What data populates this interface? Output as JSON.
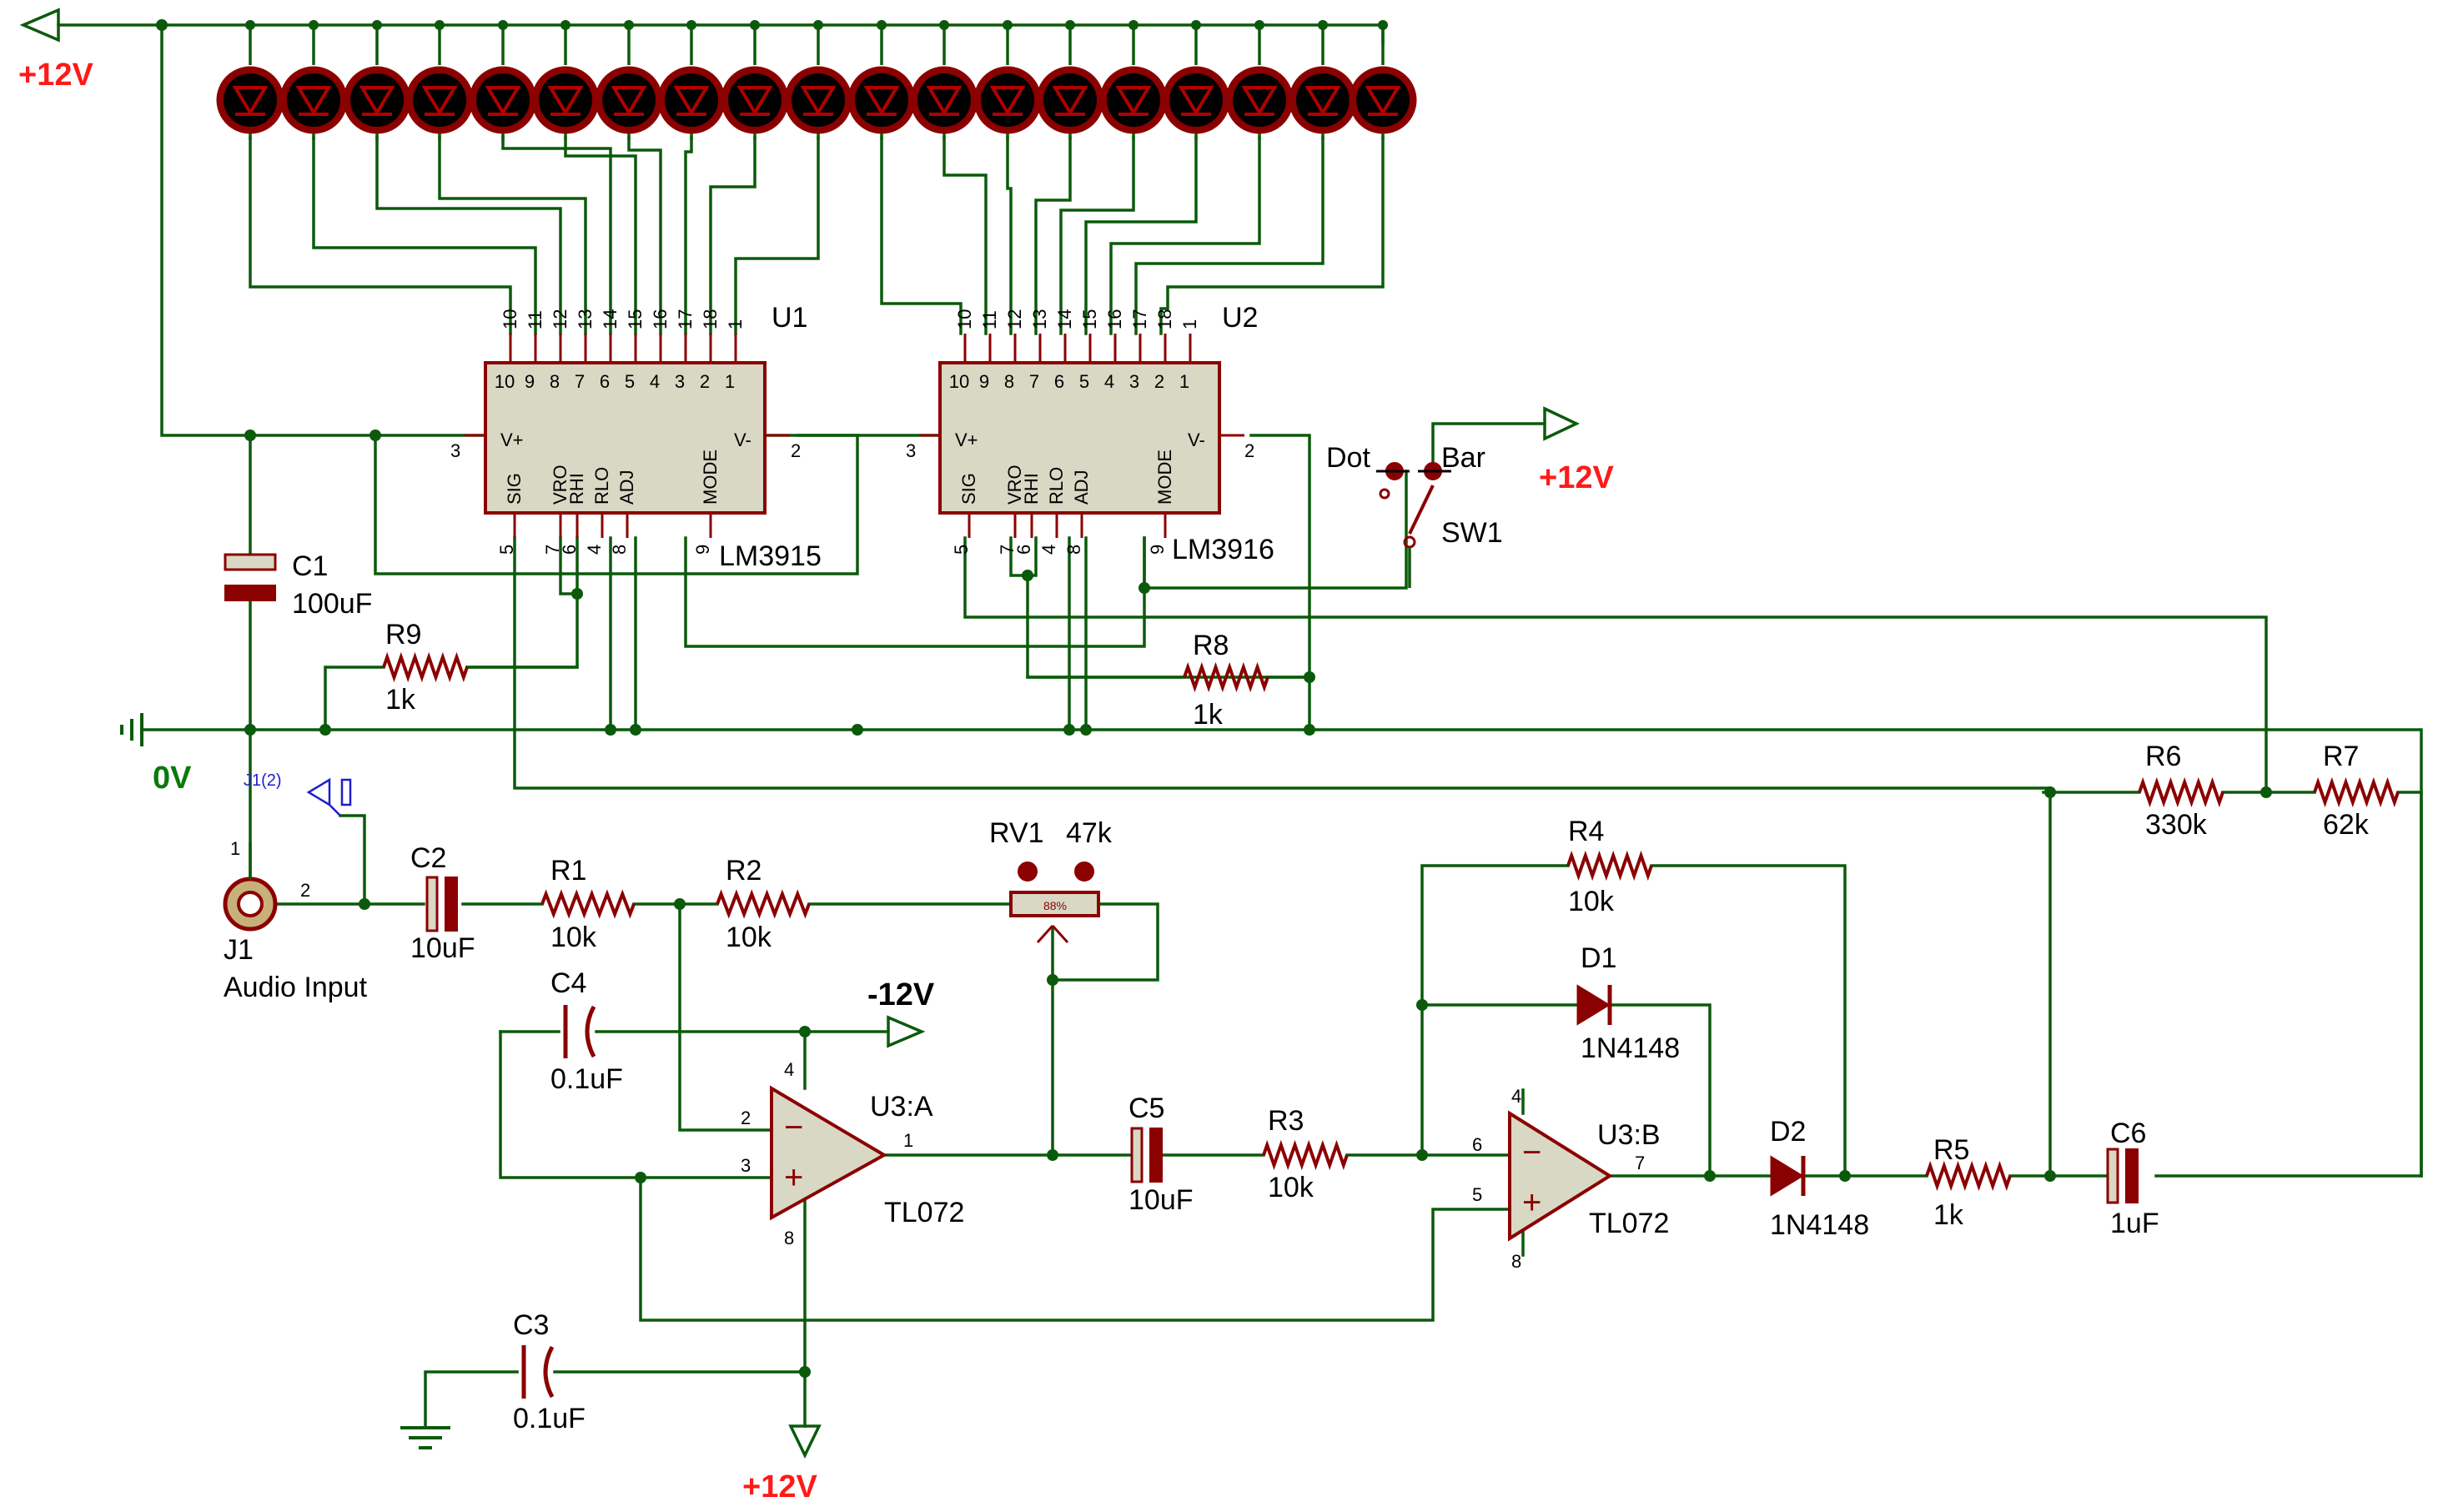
{
  "colors": {
    "wire": "#0b5a0b",
    "component": "#8b0000",
    "chip_fill": "#d8d8c4",
    "rail_red": "#ff1a1a",
    "rail_green": "#0a7a0a",
    "probe_blue": "#1e1ecc"
  },
  "rails": {
    "pos_top": "+12V",
    "ground": "0V",
    "pos_switch": "+12V",
    "neg": "-12V",
    "pos_bottom": "+12V"
  },
  "chips": {
    "u1": {
      "ref": "U1",
      "part": "LM3915",
      "top_pins": [
        "10",
        "11",
        "12",
        "13",
        "14",
        "15",
        "16",
        "17",
        "18",
        "1"
      ],
      "inner_top": [
        "10",
        "9",
        "8",
        "7",
        "6",
        "5",
        "4",
        "3",
        "2",
        "1"
      ],
      "left_pin": "3",
      "left_name": "V+",
      "right_pin": "2",
      "right_name": "V-",
      "bottom_names": [
        "SIG",
        "VRO",
        "RHI",
        "RLO",
        "ADJ",
        "MODE"
      ],
      "bottom_pins": [
        "5",
        "7",
        "6",
        "4",
        "8",
        "9"
      ]
    },
    "u2": {
      "ref": "U2",
      "part": "LM3916",
      "top_pins": [
        "10",
        "11",
        "12",
        "13",
        "14",
        "15",
        "16",
        "17",
        "18",
        "1"
      ],
      "inner_top": [
        "10",
        "9",
        "8",
        "7",
        "6",
        "5",
        "4",
        "3",
        "2",
        "1"
      ],
      "left_pin": "3",
      "left_name": "V+",
      "right_pin": "2",
      "right_name": "V-",
      "bottom_names": [
        "SIG",
        "VRO",
        "RHI",
        "RLO",
        "ADJ",
        "MODE"
      ],
      "bottom_pins": [
        "5",
        "7",
        "6",
        "4",
        "8",
        "9"
      ]
    },
    "u3a": {
      "ref": "U3:A",
      "part": "TL072",
      "minus_pin": "2",
      "plus_pin": "3",
      "out_pin": "1",
      "vplus_pin": "4",
      "vminus_pin": "8"
    },
    "u3b": {
      "ref": "U3:B",
      "part": "TL072",
      "minus_pin": "6",
      "plus_pin": "5",
      "out_pin": "7",
      "vplus_pin": "4",
      "vminus_pin": "8"
    }
  },
  "components": {
    "c1": {
      "ref": "C1",
      "value": "100uF"
    },
    "c2": {
      "ref": "C2",
      "value": "10uF"
    },
    "c3": {
      "ref": "C3",
      "value": "0.1uF"
    },
    "c4": {
      "ref": "C4",
      "value": "0.1uF"
    },
    "c5": {
      "ref": "C5",
      "value": "10uF"
    },
    "c6": {
      "ref": "C6",
      "value": "1uF"
    },
    "r1": {
      "ref": "R1",
      "value": "10k"
    },
    "r2": {
      "ref": "R2",
      "value": "10k"
    },
    "r3": {
      "ref": "R3",
      "value": "10k"
    },
    "r4": {
      "ref": "R4",
      "value": "10k"
    },
    "r5": {
      "ref": "R5",
      "value": "1k"
    },
    "r6": {
      "ref": "R6",
      "value": "330k"
    },
    "r7": {
      "ref": "R7",
      "value": "62k"
    },
    "r8": {
      "ref": "R8",
      "value": "1k"
    },
    "r9": {
      "ref": "R9",
      "value": "1k"
    },
    "rv1": {
      "ref": "RV1",
      "value": "47k",
      "wiper": "88%"
    },
    "d1": {
      "ref": "D1",
      "value": "1N4148"
    },
    "d2": {
      "ref": "D2",
      "value": "1N4148"
    },
    "sw1": {
      "ref": "SW1",
      "left": "Dot",
      "right": "Bar"
    },
    "j1": {
      "ref": "J1",
      "value": "Audio Input",
      "probe": "J1(2)",
      "pin1": "1",
      "pin2": "2"
    }
  },
  "leds": {
    "count": 19
  }
}
